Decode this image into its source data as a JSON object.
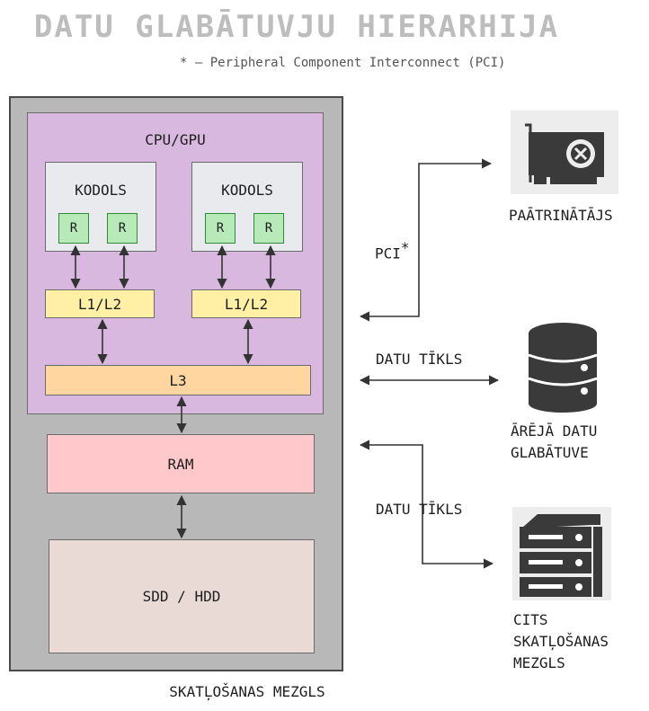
{
  "title": "DATU GLABĀTUVJU HIERARHIJA",
  "footnote": "* – Peripheral Component Interconnect (PCI)",
  "node": {
    "caption": "SKATĻOŠANAS MEZGLS",
    "cpu_label": "CPU/GPU",
    "cores": [
      {
        "label": "KODOLS",
        "registers": [
          "R",
          "R"
        ],
        "cache": "L1/L2"
      },
      {
        "label": "KODOLS",
        "registers": [
          "R",
          "R"
        ],
        "cache": "L1/L2"
      }
    ],
    "l3": "L3",
    "ram": "RAM",
    "disk": "SDD / HDD"
  },
  "connections": {
    "pci": "PCI",
    "pci_star": "*",
    "network_1": "DATU TĪKLS",
    "network_2": "DATU TĪKLS"
  },
  "targets": {
    "accelerator": "PAĀTRINĀTĀJS",
    "external_storage": [
      "ĀRĒJĀ DATU",
      "GLABĀTUVE"
    ],
    "other_node": [
      "CITS",
      "SKATĻOŠANAS",
      "MEZGLS"
    ]
  },
  "icons": [
    "gpu-card-icon",
    "database-icon",
    "server-rack-icon"
  ]
}
